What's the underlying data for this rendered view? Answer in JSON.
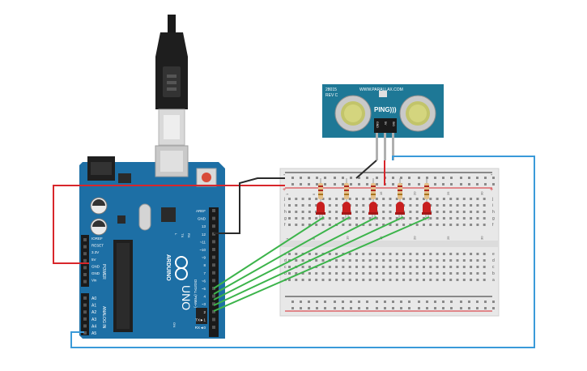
{
  "arduino": {
    "brand": "ARDUINO",
    "model": "UNO",
    "power_header_title": "POWER",
    "analog_header_title": "ANALOG IN",
    "digital_header_title": "DIGITAL (PWM~)",
    "power_pins": [
      "IOREF",
      "RESET",
      "3.3V",
      "5V",
      "GND",
      "GND",
      "Vin"
    ],
    "analog_pins": [
      "A0",
      "A1",
      "A2",
      "A3",
      "A4",
      "A5"
    ],
    "digital_pins": [
      "AREF",
      "GND",
      "13",
      "12",
      "~11",
      "~10",
      "~9",
      "8",
      "7",
      "~6",
      "~5",
      "4",
      "~3",
      "2",
      "TX►1",
      "RX◄0"
    ],
    "led_labels": [
      "L",
      "TX",
      "RX"
    ],
    "on_label": "ON"
  },
  "sensor": {
    "name": "PING)))",
    "part_number": "28015",
    "revision": "REV C",
    "website": "WWW.PARALLAX.COM",
    "pins": [
      "GND",
      "5V",
      "SIG"
    ]
  },
  "breadboard": {
    "row_letters_top": [
      "j",
      "i",
      "h",
      "g",
      "f"
    ],
    "row_letters_bottom": [
      "e",
      "d",
      "c",
      "b",
      "a"
    ],
    "column_numbers": [
      "1",
      "5",
      "10",
      "15",
      "20",
      "25",
      "30"
    ],
    "rail_plus": "+",
    "rail_minus": "-"
  },
  "colors": {
    "board": "#1d6fa5",
    "board_dark": "#145581",
    "sensor_pcb": "#1e7896",
    "wire_red": "#d8262b",
    "wire_black": "#2a2a2a",
    "wire_green": "#3cb44b",
    "wire_blue": "#3a9ad9",
    "led": "#c81e1e"
  }
}
